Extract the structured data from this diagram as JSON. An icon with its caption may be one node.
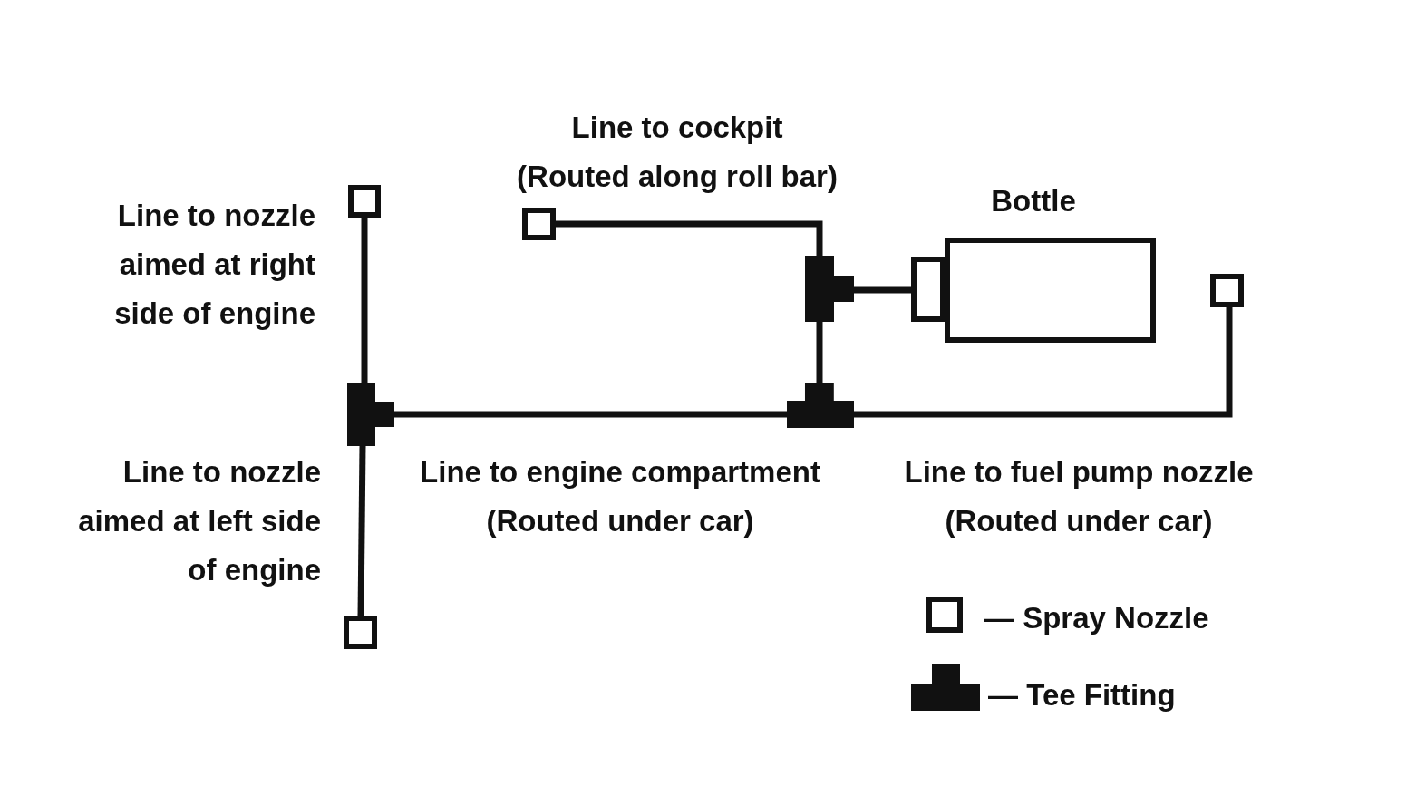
{
  "diagram": {
    "nodes": [
      {
        "text": [],
        "shape": "box"
      },
      {
        "text": [],
        "shape": "box"
      },
      {
        "text": [],
        "shape": "box"
      },
      {
        "text": [],
        "shape": "box"
      },
      {
        "text": [],
        "shape": "tee"
      },
      {
        "text": [],
        "shape": "tee"
      },
      {
        "text": [],
        "shape": "tee"
      },
      {
        "text": [
          "Bottle"
        ]
      }
    ],
    "edges": [
      {
        "from": 0,
        "to": 4,
        "arrow": "none"
      },
      {
        "from": 4,
        "to": 1,
        "arrow": "none"
      },
      {
        "from": 4,
        "to": 6,
        "arrow": "none"
      },
      {
        "from": 5,
        "to": 2,
        "arrow": "none"
      },
      {
        "from": 5,
        "to": 6,
        "arrow": "none"
      },
      {
        "from": 5,
        "to": 7,
        "arrow": "none"
      },
      {
        "from": 6,
        "to": 3,
        "arrow": "none"
      }
    ],
    "labels": [
      "Line to cockpit",
      "(Routed along roll bar)",
      "Line to nozzle aimed at right side of engine",
      "Line to nozzle aimed at left side of engine",
      "Line to engine compartment",
      "(Routed under car)",
      "Line to fuel pump nozzle",
      "(Routed under car)"
    ],
    "legend": [
      {
        "text": "— Spray Nozzle"
      },
      {
        "text": "— Tee Fitting"
      }
    ]
  }
}
